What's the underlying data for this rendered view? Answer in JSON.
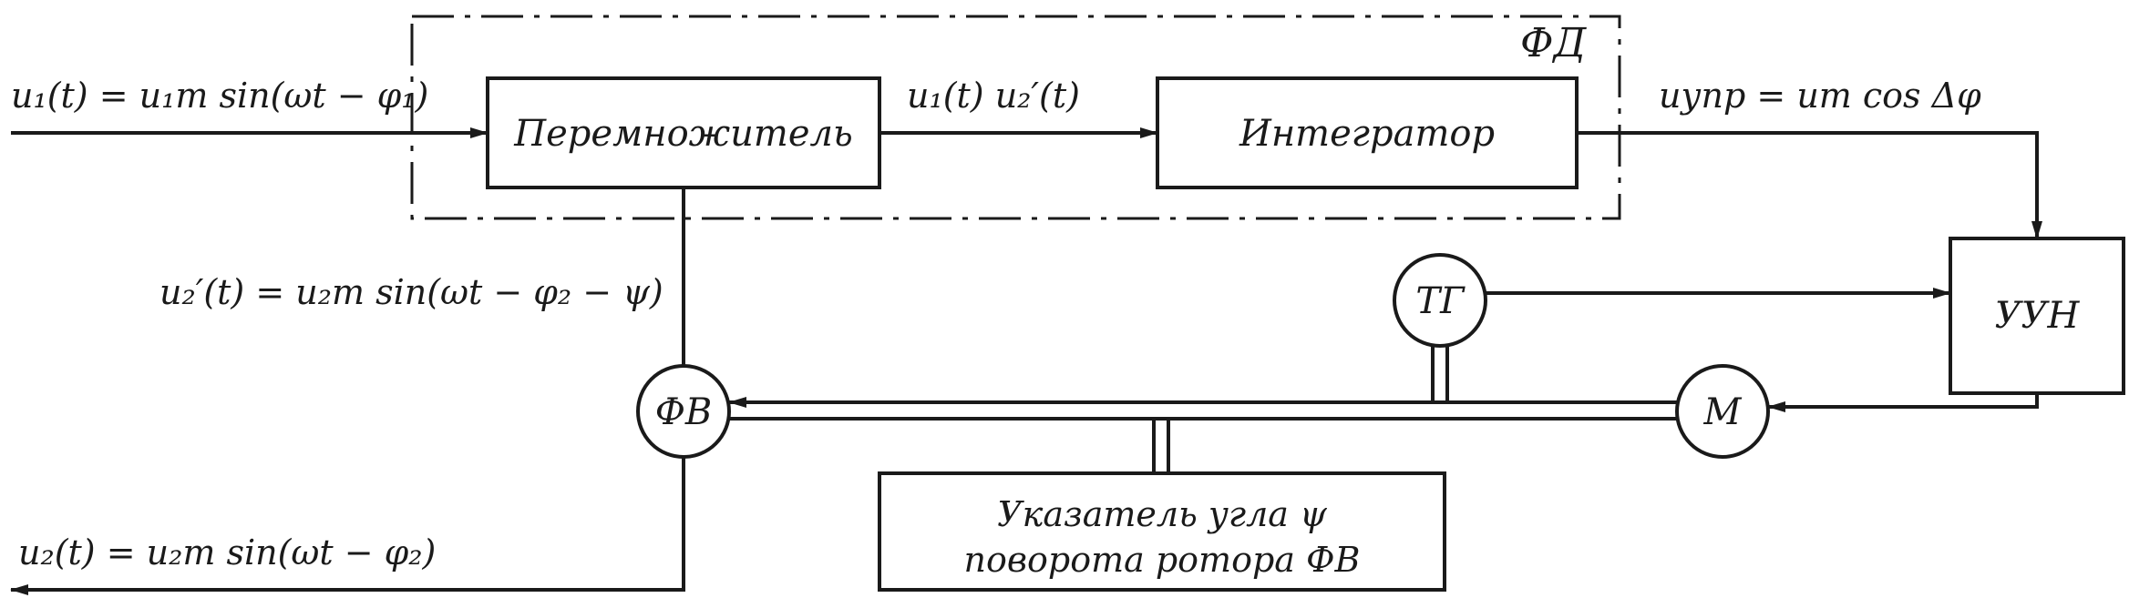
{
  "diagram": {
    "group_label": "ФД",
    "blocks": {
      "multiplier": "Перемножитель",
      "integrator": "Интегратор",
      "uun": "УУН",
      "tg": "ТГ",
      "fv": "ФВ",
      "motor": "М",
      "indicator_line1": "Указатель угла ψ",
      "indicator_line2": "поворота ротора ФВ"
    },
    "signals": {
      "u1_input": "u₁(t) = u₁m sin(ωt − φ₁)",
      "product": "u₁(t) u₂′(t)",
      "control": "uупр = um cos Δφ",
      "u2_shifted": "u₂′(t) = u₂m sin(ωt − φ₂ − ψ)",
      "u2_input": "u₂(t) = u₂m sin(ωt − φ₂)"
    }
  }
}
